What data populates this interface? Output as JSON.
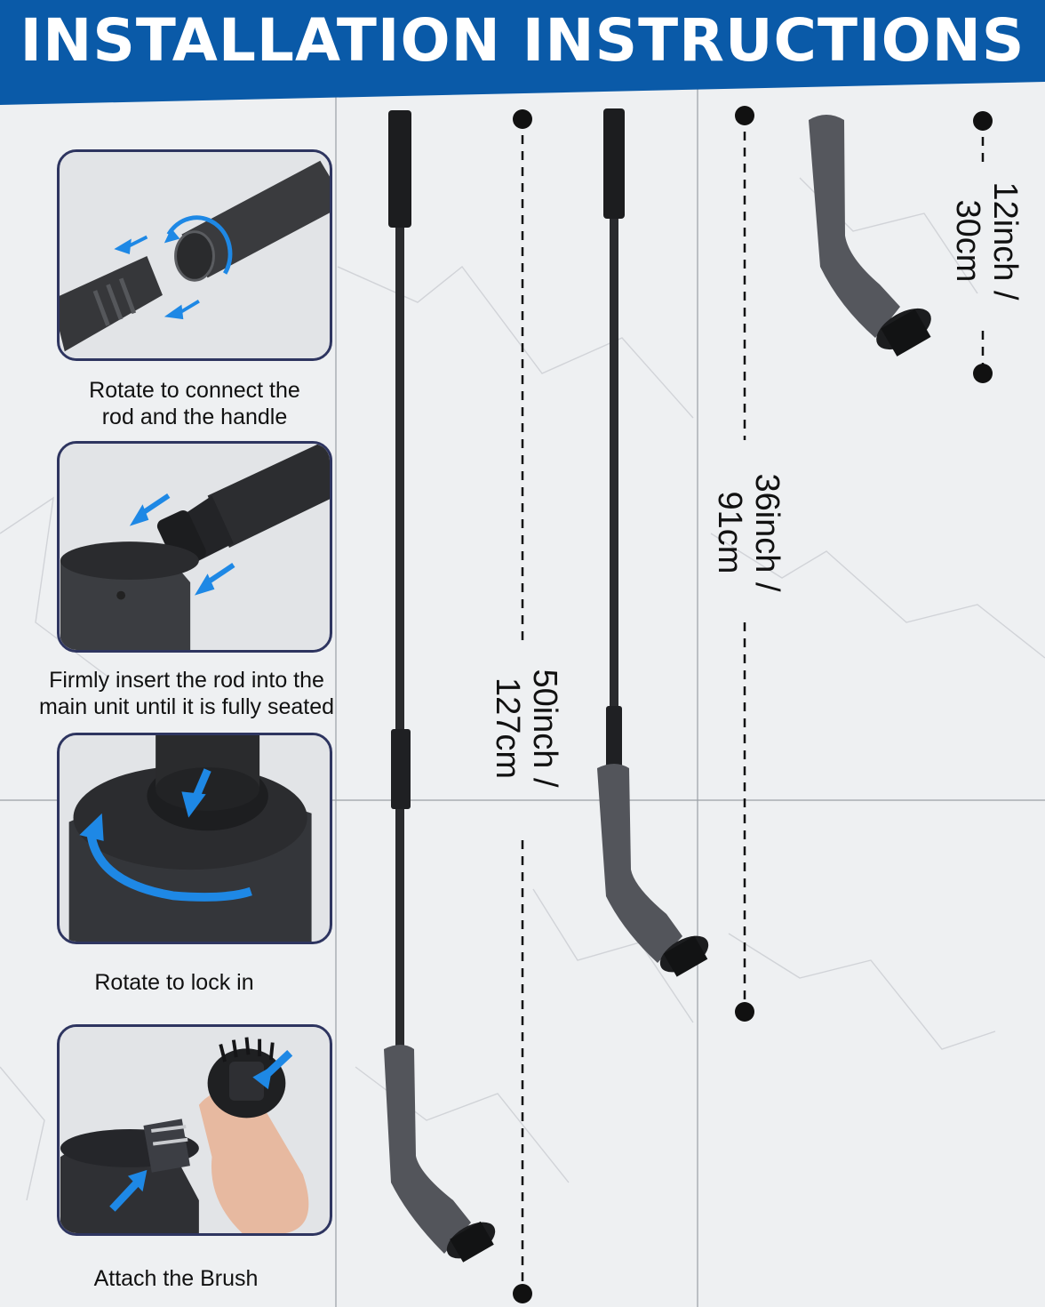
{
  "header": {
    "title": "INSTALLATION INSTRUCTIONS",
    "color": "#0a5aa8"
  },
  "steps": [
    {
      "caption_line1": "Rotate to connect the",
      "caption_line2": "rod and the handle"
    },
    {
      "caption_line1": "Firmly insert the rod into the",
      "caption_line2": "main unit until it is fully seated"
    },
    {
      "caption_line1": "Rotate to lock in",
      "caption_line2": ""
    },
    {
      "caption_line1": "Attach the Brush",
      "caption_line2": ""
    }
  ],
  "dimensions": [
    {
      "line1": "50inch /",
      "line2": "127cm"
    },
    {
      "line1": "36inch /",
      "line2": "91cm"
    },
    {
      "line1": "12inch /",
      "line2": "30cm"
    }
  ],
  "accent_color": "#1e88e5",
  "frame_color": "#2e3560"
}
